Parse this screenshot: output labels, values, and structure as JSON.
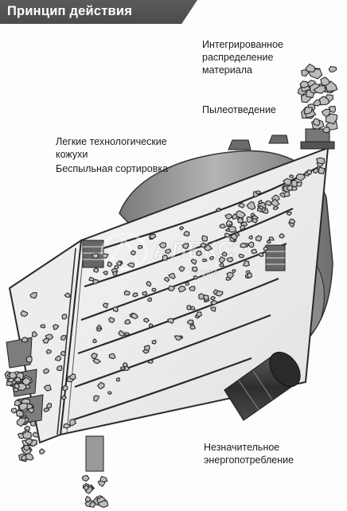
{
  "title": "Принцип действия",
  "captions": {
    "distribution": [
      "Интегрированное",
      "распределение",
      "материала"
    ],
    "dust": "Пылеотведение",
    "casings": [
      "Легкие технологические",
      "кожухи"
    ],
    "dustless": "Беспыльная сортировка",
    "energy": [
      "Незначительное",
      "энергопотребление"
    ]
  },
  "watermark": {
    "text": "АЛЕКС",
    "subtext": "www"
  },
  "colors": {
    "title_bg": "#4e4e4e",
    "body_fill": "#eeeeee",
    "drum_fill": "#8e8e8e",
    "pipe_fill": "#3c3c3c",
    "stone_fill": "#bdbdbd",
    "stone_stroke": "#2a2a2a"
  },
  "icons": [
    "alex-logo-icon"
  ]
}
